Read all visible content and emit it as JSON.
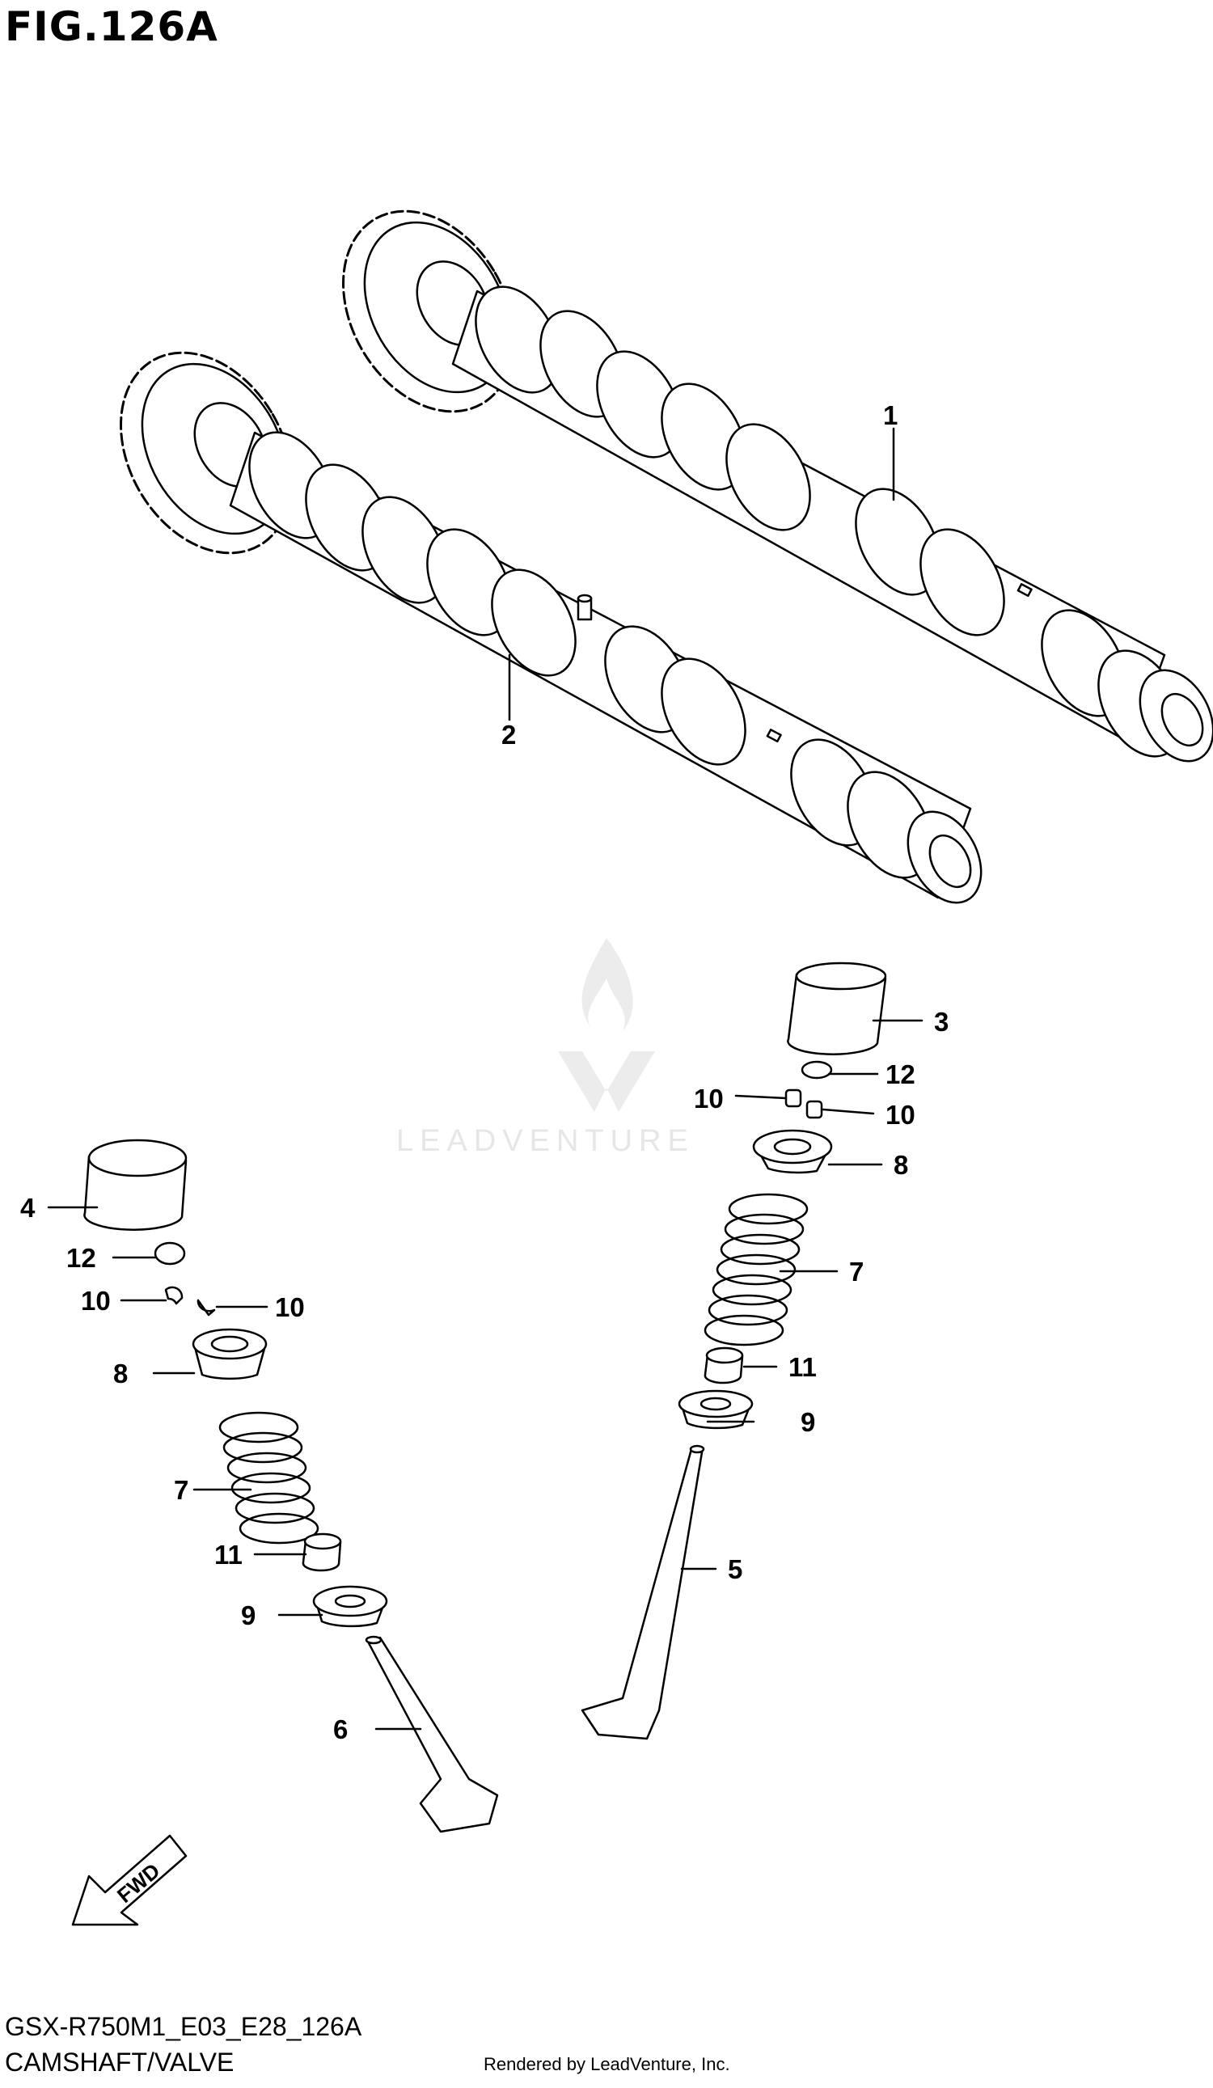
{
  "header": {
    "figure_title": "FIG.126A"
  },
  "watermark": {
    "text": "LEADVENTURE"
  },
  "callouts": [
    {
      "number": "1",
      "part": "camshaft-exhaust"
    },
    {
      "number": "2",
      "part": "camshaft-intake"
    },
    {
      "number": "3",
      "part": "tappet-right"
    },
    {
      "number": "4",
      "part": "tappet-left"
    },
    {
      "number": "5",
      "part": "valve-right"
    },
    {
      "number": "6",
      "part": "valve-left"
    },
    {
      "number": "7",
      "part": "spring-right"
    },
    {
      "number": "7",
      "part": "spring-left"
    },
    {
      "number": "8",
      "part": "retainer-right"
    },
    {
      "number": "8",
      "part": "retainer-left"
    },
    {
      "number": "9",
      "part": "seat-right"
    },
    {
      "number": "9",
      "part": "seat-left"
    },
    {
      "number": "10",
      "part": "cotter-right-a"
    },
    {
      "number": "10",
      "part": "cotter-right-b"
    },
    {
      "number": "10",
      "part": "cotter-left-a"
    },
    {
      "number": "10",
      "part": "cotter-left-b"
    },
    {
      "number": "11",
      "part": "stem-seal-right"
    },
    {
      "number": "11",
      "part": "stem-seal-left"
    },
    {
      "number": "12",
      "part": "shim-right"
    },
    {
      "number": "12",
      "part": "shim-left"
    }
  ],
  "fwd_arrow": {
    "label": "FWD"
  },
  "footer": {
    "model_code": "GSX-R750M1_E03_E28_126A",
    "caption": "CAMSHAFT/VALVE",
    "rendered_by": "Rendered by LeadVenture, Inc."
  }
}
